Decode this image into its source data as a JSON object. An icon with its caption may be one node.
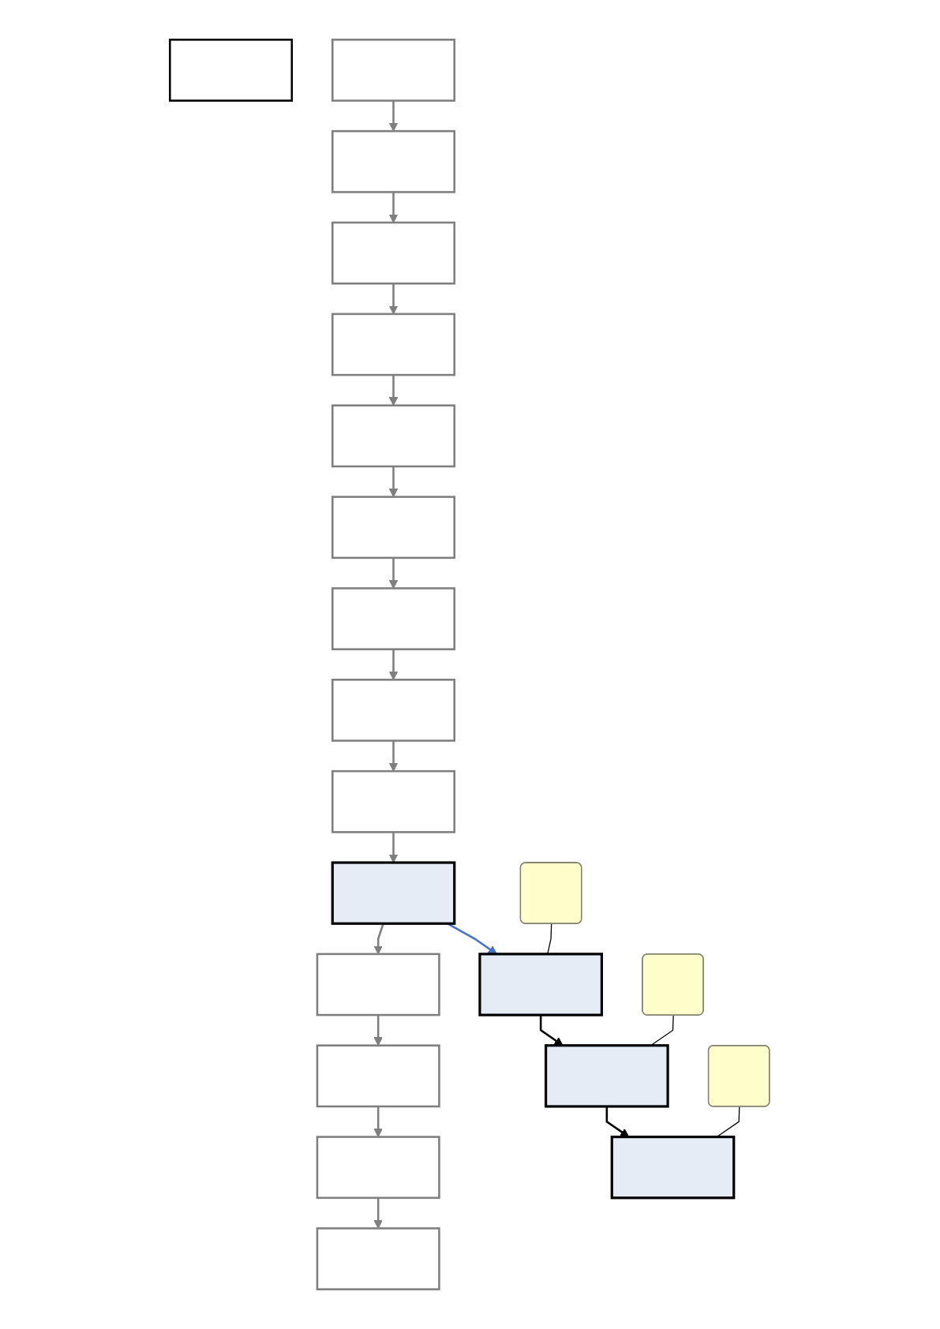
{
  "diagram": {
    "nodes": [
      {
        "text": [],
        "shape": "box"
      },
      {
        "text": [],
        "shape": "box"
      },
      {
        "text": [],
        "shape": "box"
      },
      {
        "text": [],
        "shape": "box"
      },
      {
        "text": [],
        "shape": "box"
      },
      {
        "text": [],
        "shape": "box"
      },
      {
        "text": [],
        "shape": "box"
      },
      {
        "text": [],
        "shape": "box"
      },
      {
        "text": [],
        "shape": "box"
      },
      {
        "text": [],
        "shape": "box"
      },
      {
        "text": [],
        "shape": "box"
      },
      {
        "text": [],
        "shape": "box"
      },
      {
        "text": [],
        "shape": "box"
      },
      {
        "text": [],
        "shape": "box"
      },
      {
        "text": [],
        "shape": "box"
      },
      {
        "text": [],
        "shape": "box"
      },
      {
        "text": [],
        "shape": "box"
      },
      {
        "text": [],
        "shape": "box"
      },
      {
        "text": [],
        "shape": "box"
      },
      {
        "text": [],
        "shape": "box"
      },
      {
        "text": [],
        "shape": "box"
      }
    ],
    "edges": [
      {
        "from": 1,
        "to": 2,
        "arrow": "to"
      },
      {
        "from": 2,
        "to": 3,
        "arrow": "to"
      },
      {
        "from": 3,
        "to": 4,
        "arrow": "to"
      },
      {
        "from": 4,
        "to": 5,
        "arrow": "to"
      },
      {
        "from": 5,
        "to": 6,
        "arrow": "to"
      },
      {
        "from": 6,
        "to": 7,
        "arrow": "to"
      },
      {
        "from": 7,
        "to": 8,
        "arrow": "to"
      },
      {
        "from": 8,
        "to": 9,
        "arrow": "to"
      },
      {
        "from": 9,
        "to": 10,
        "arrow": "to"
      },
      {
        "from": 10,
        "to": 11,
        "arrow": "to"
      },
      {
        "from": 11,
        "to": 12,
        "arrow": "to"
      },
      {
        "from": 12,
        "to": 13,
        "arrow": "to"
      },
      {
        "from": 13,
        "to": 14,
        "arrow": "to"
      },
      {
        "from": 10,
        "to": 17,
        "arrow": "to",
        "color": "#4472c4"
      },
      {
        "from": 17,
        "to": 16,
        "arrow": "to",
        "color": "#000000"
      },
      {
        "from": 16,
        "to": 15,
        "arrow": "to",
        "color": "#000000"
      },
      {
        "from": 18,
        "to": 15,
        "arrow": "none",
        "color": "#000000"
      },
      {
        "from": 19,
        "to": 16,
        "arrow": "none",
        "color": "#000000"
      },
      {
        "from": 20,
        "to": 17,
        "arrow": "none",
        "color": "#000000"
      }
    ]
  }
}
